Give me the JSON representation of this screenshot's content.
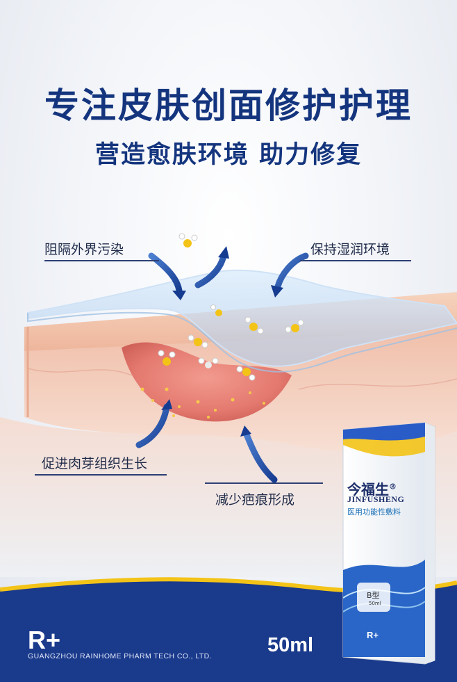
{
  "headline": {
    "title": "专注皮肤创面修护护理",
    "subtitle": "营造愈肤环境 助力修复"
  },
  "callouts": {
    "barrier": "阻隔外界污染",
    "moisture": "保持湿润环境",
    "granulation": "促进肉芽组织生长",
    "scar": "减少疤痕形成"
  },
  "footer": {
    "logo": "R+",
    "company": "GUANGZHOU RAINHOME PHARM TECH CO., LTD.",
    "volume": "50ml"
  },
  "product": {
    "brand": "今福生",
    "registered": "®",
    "pinyin": "JINFUSHENG",
    "category": "医用功能性敷料",
    "type": "B型",
    "volume": "50ml",
    "logo": "R+"
  },
  "colors": {
    "navy": "#14357e",
    "footer_blue": "#1a3a8c",
    "accent_yellow": "#f3c317",
    "skin": "#f2c2a8",
    "wound": "#e38a80"
  }
}
